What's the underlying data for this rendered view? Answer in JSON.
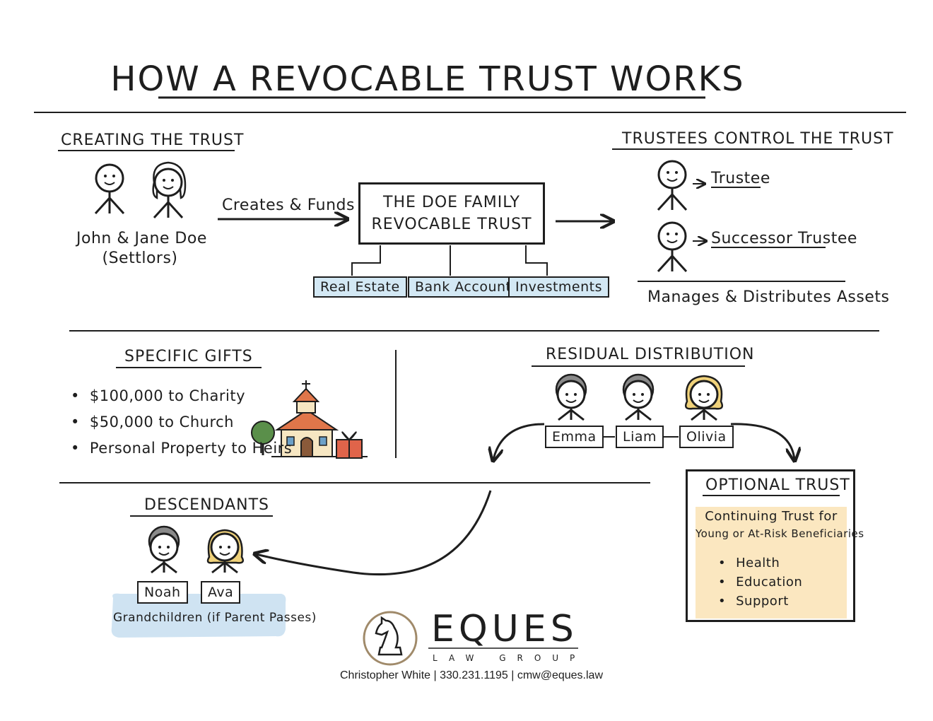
{
  "title": "HOW A REVOCABLE TRUST WORKS",
  "creating": {
    "heading": "CREATING THE TRUST",
    "settlors_name": "John & Jane Doe",
    "settlors_role": "(Settlors)",
    "arrow_label": "Creates & Funds"
  },
  "trust": {
    "line1": "THE DOE FAMILY",
    "line2": "REVOCABLE TRUST",
    "assets": [
      "Real Estate",
      "Bank Accounts",
      "Investments"
    ]
  },
  "trustees": {
    "heading": "TRUSTEES CONTROL THE TRUST",
    "trustee": "Trustee",
    "successor": "Successor Trustee",
    "caption": "Manages & Distributes Assets"
  },
  "gifts": {
    "heading": "SPECIFIC GIFTS",
    "items": [
      "$100,000 to Charity",
      "$50,000 to Church",
      "Personal Property to Heirs"
    ]
  },
  "residual": {
    "heading": "RESIDUAL DISTRIBUTION",
    "beneficiaries": [
      "Emma",
      "Liam",
      "Olivia"
    ]
  },
  "optional": {
    "heading": "OPTIONAL TRUST",
    "line1": "Continuing Trust for",
    "line2": "Young or At-Risk Beneficiaries",
    "items": [
      "Health",
      "Education",
      "Support"
    ]
  },
  "descendants": {
    "heading": "DESCENDANTS",
    "names": [
      "Noah",
      "Ava"
    ],
    "caption": "Grandchildren (if Parent Passes)"
  },
  "footer": {
    "logo_word": "EQUES",
    "logo_sub": "LAW GROUP",
    "contact": "Christopher White | 330.231.1195 | cmw@eques.law"
  },
  "colors": {
    "ink": "#1e1e1e",
    "asset_fill": "#d3e8f4",
    "optional_fill": "#fbe7c0",
    "grandchildren_fill": "#cfe3f2",
    "hair_gray": "#8a8a8a",
    "hair_blonde": "#f0d27a",
    "logo_ring": "#a08a6a"
  }
}
